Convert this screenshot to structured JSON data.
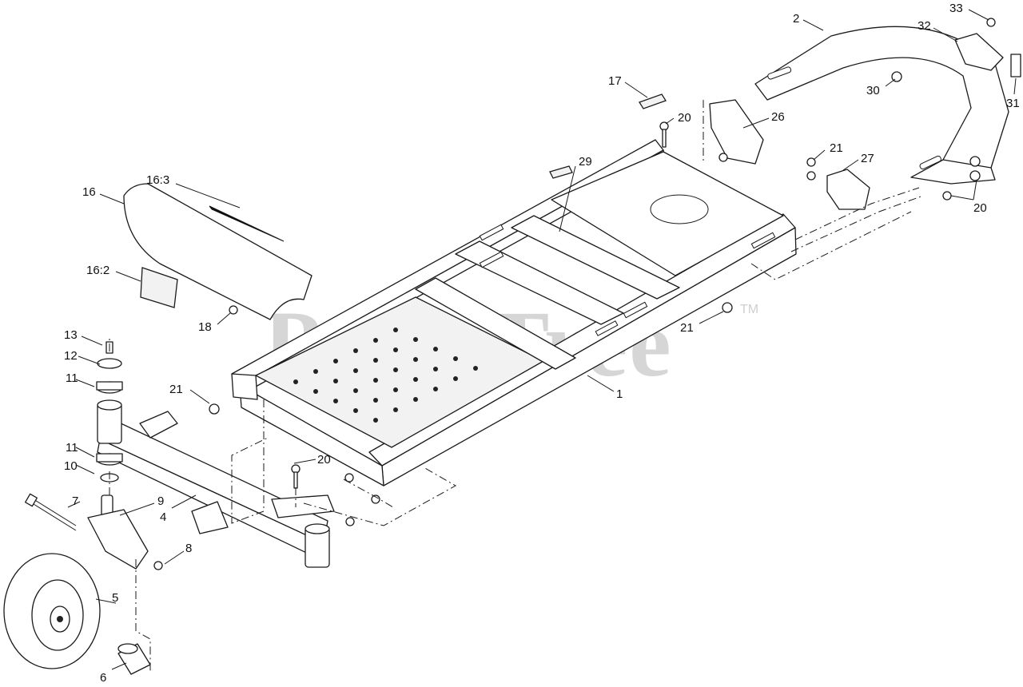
{
  "watermark": {
    "text": "PartsTree",
    "trademark": "TM"
  },
  "callouts": {
    "frame": "1",
    "handle": "2",
    "axle": "4",
    "wheel": "5",
    "spacer": "6",
    "bolt_7": "7",
    "nut_8": "8",
    "caster_fork": "9",
    "seal_10": "10",
    "bearing_upper": "11",
    "bearing_lower": "11",
    "washer_12": "12",
    "screw_13": "13",
    "cover": "16",
    "cover_insert": "16:2",
    "cover_decal": "16:3",
    "decal_17": "17",
    "screw_18": "18",
    "bolt_20_a": "20",
    "bolt_20_b": "20",
    "bolt_20_c": "20",
    "nut_21_a": "21",
    "nut_21_b": "21",
    "nut_21_c": "21",
    "bracket_26": "26",
    "bracket_27": "27",
    "label_29": "29",
    "nut_30": "30",
    "decal_31": "31",
    "bracket_32": "32",
    "screw_33": "33"
  }
}
